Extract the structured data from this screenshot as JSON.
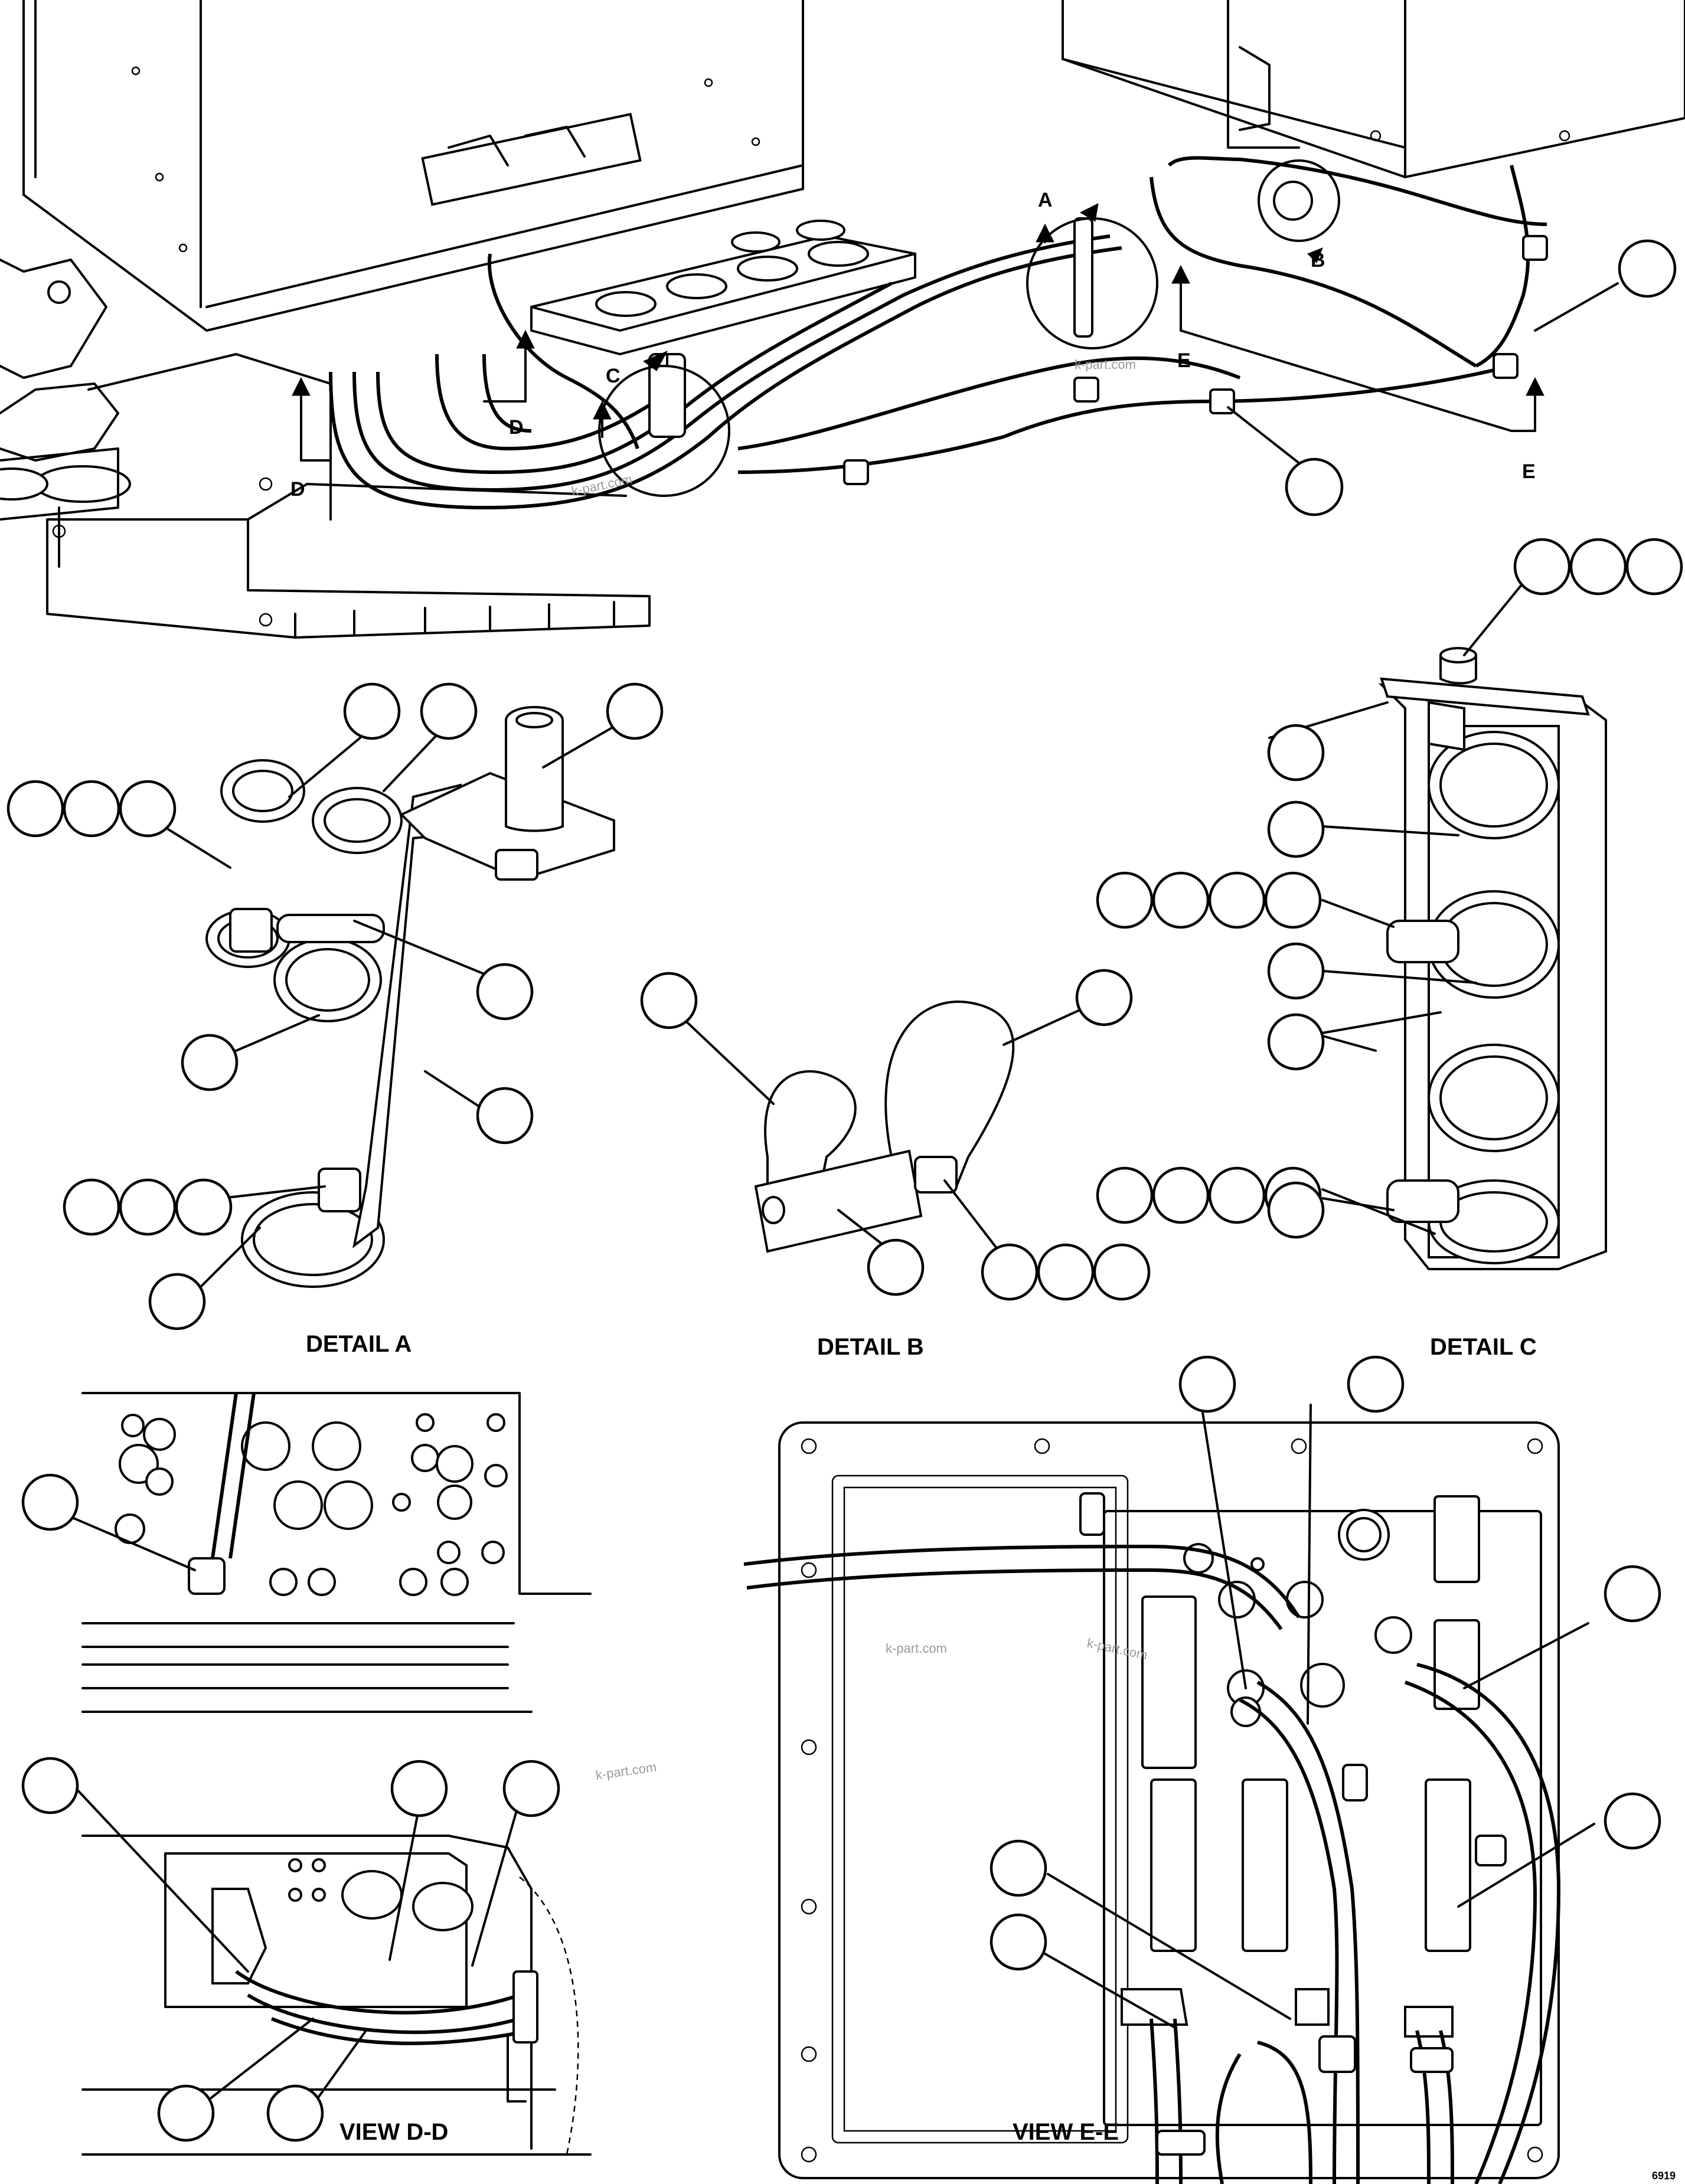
{
  "figure": {
    "captions": {
      "detail_a": "DETAIL A",
      "detail_b": "DETAIL B",
      "detail_c": "DETAIL C",
      "view_dd": "VIEW D-D",
      "view_ee": "VIEW E-E"
    },
    "view_letters": {
      "a": "A",
      "b": "B",
      "c": "C",
      "d1": "D",
      "d2": "D",
      "e1": "E",
      "e2": "E"
    },
    "watermarks": {
      "w1": "k-part.com",
      "w2": "k-part.com",
      "w3": "k-part.com",
      "w4": "k-part.com",
      "w5": "k-part.com"
    },
    "drawing_id": "6919"
  }
}
